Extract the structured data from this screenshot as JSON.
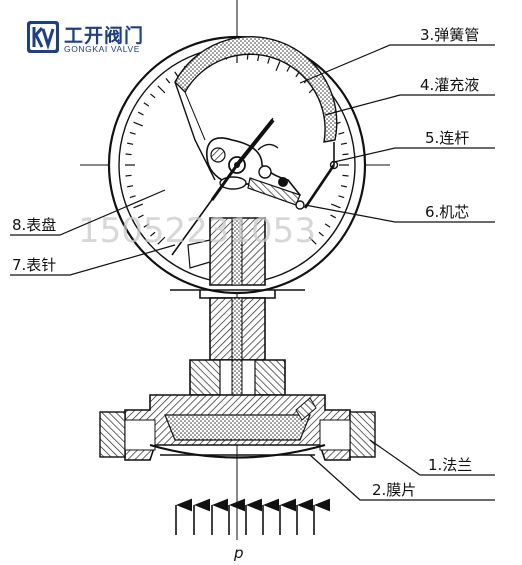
{
  "brand": {
    "name_cn": "工开阀门",
    "name_en": "GONGKAI VALVE",
    "logo_letters": "KV",
    "color": "#1b3f8f"
  },
  "watermark": "15052231053",
  "labels": {
    "bourdon_tube": "3.弹簧管",
    "fill_liquid": "4.灌充液",
    "link_rod": "5.连杆",
    "movement": "6.机芯",
    "dial": "8.表盘",
    "pointer": "7.表针",
    "flange": "1.法兰",
    "diaphragm": "2.膜片"
  },
  "pressure_symbol": "p",
  "colors": {
    "line": "#111111",
    "hatch": "#222222",
    "watermark": "#c9c9c9"
  }
}
